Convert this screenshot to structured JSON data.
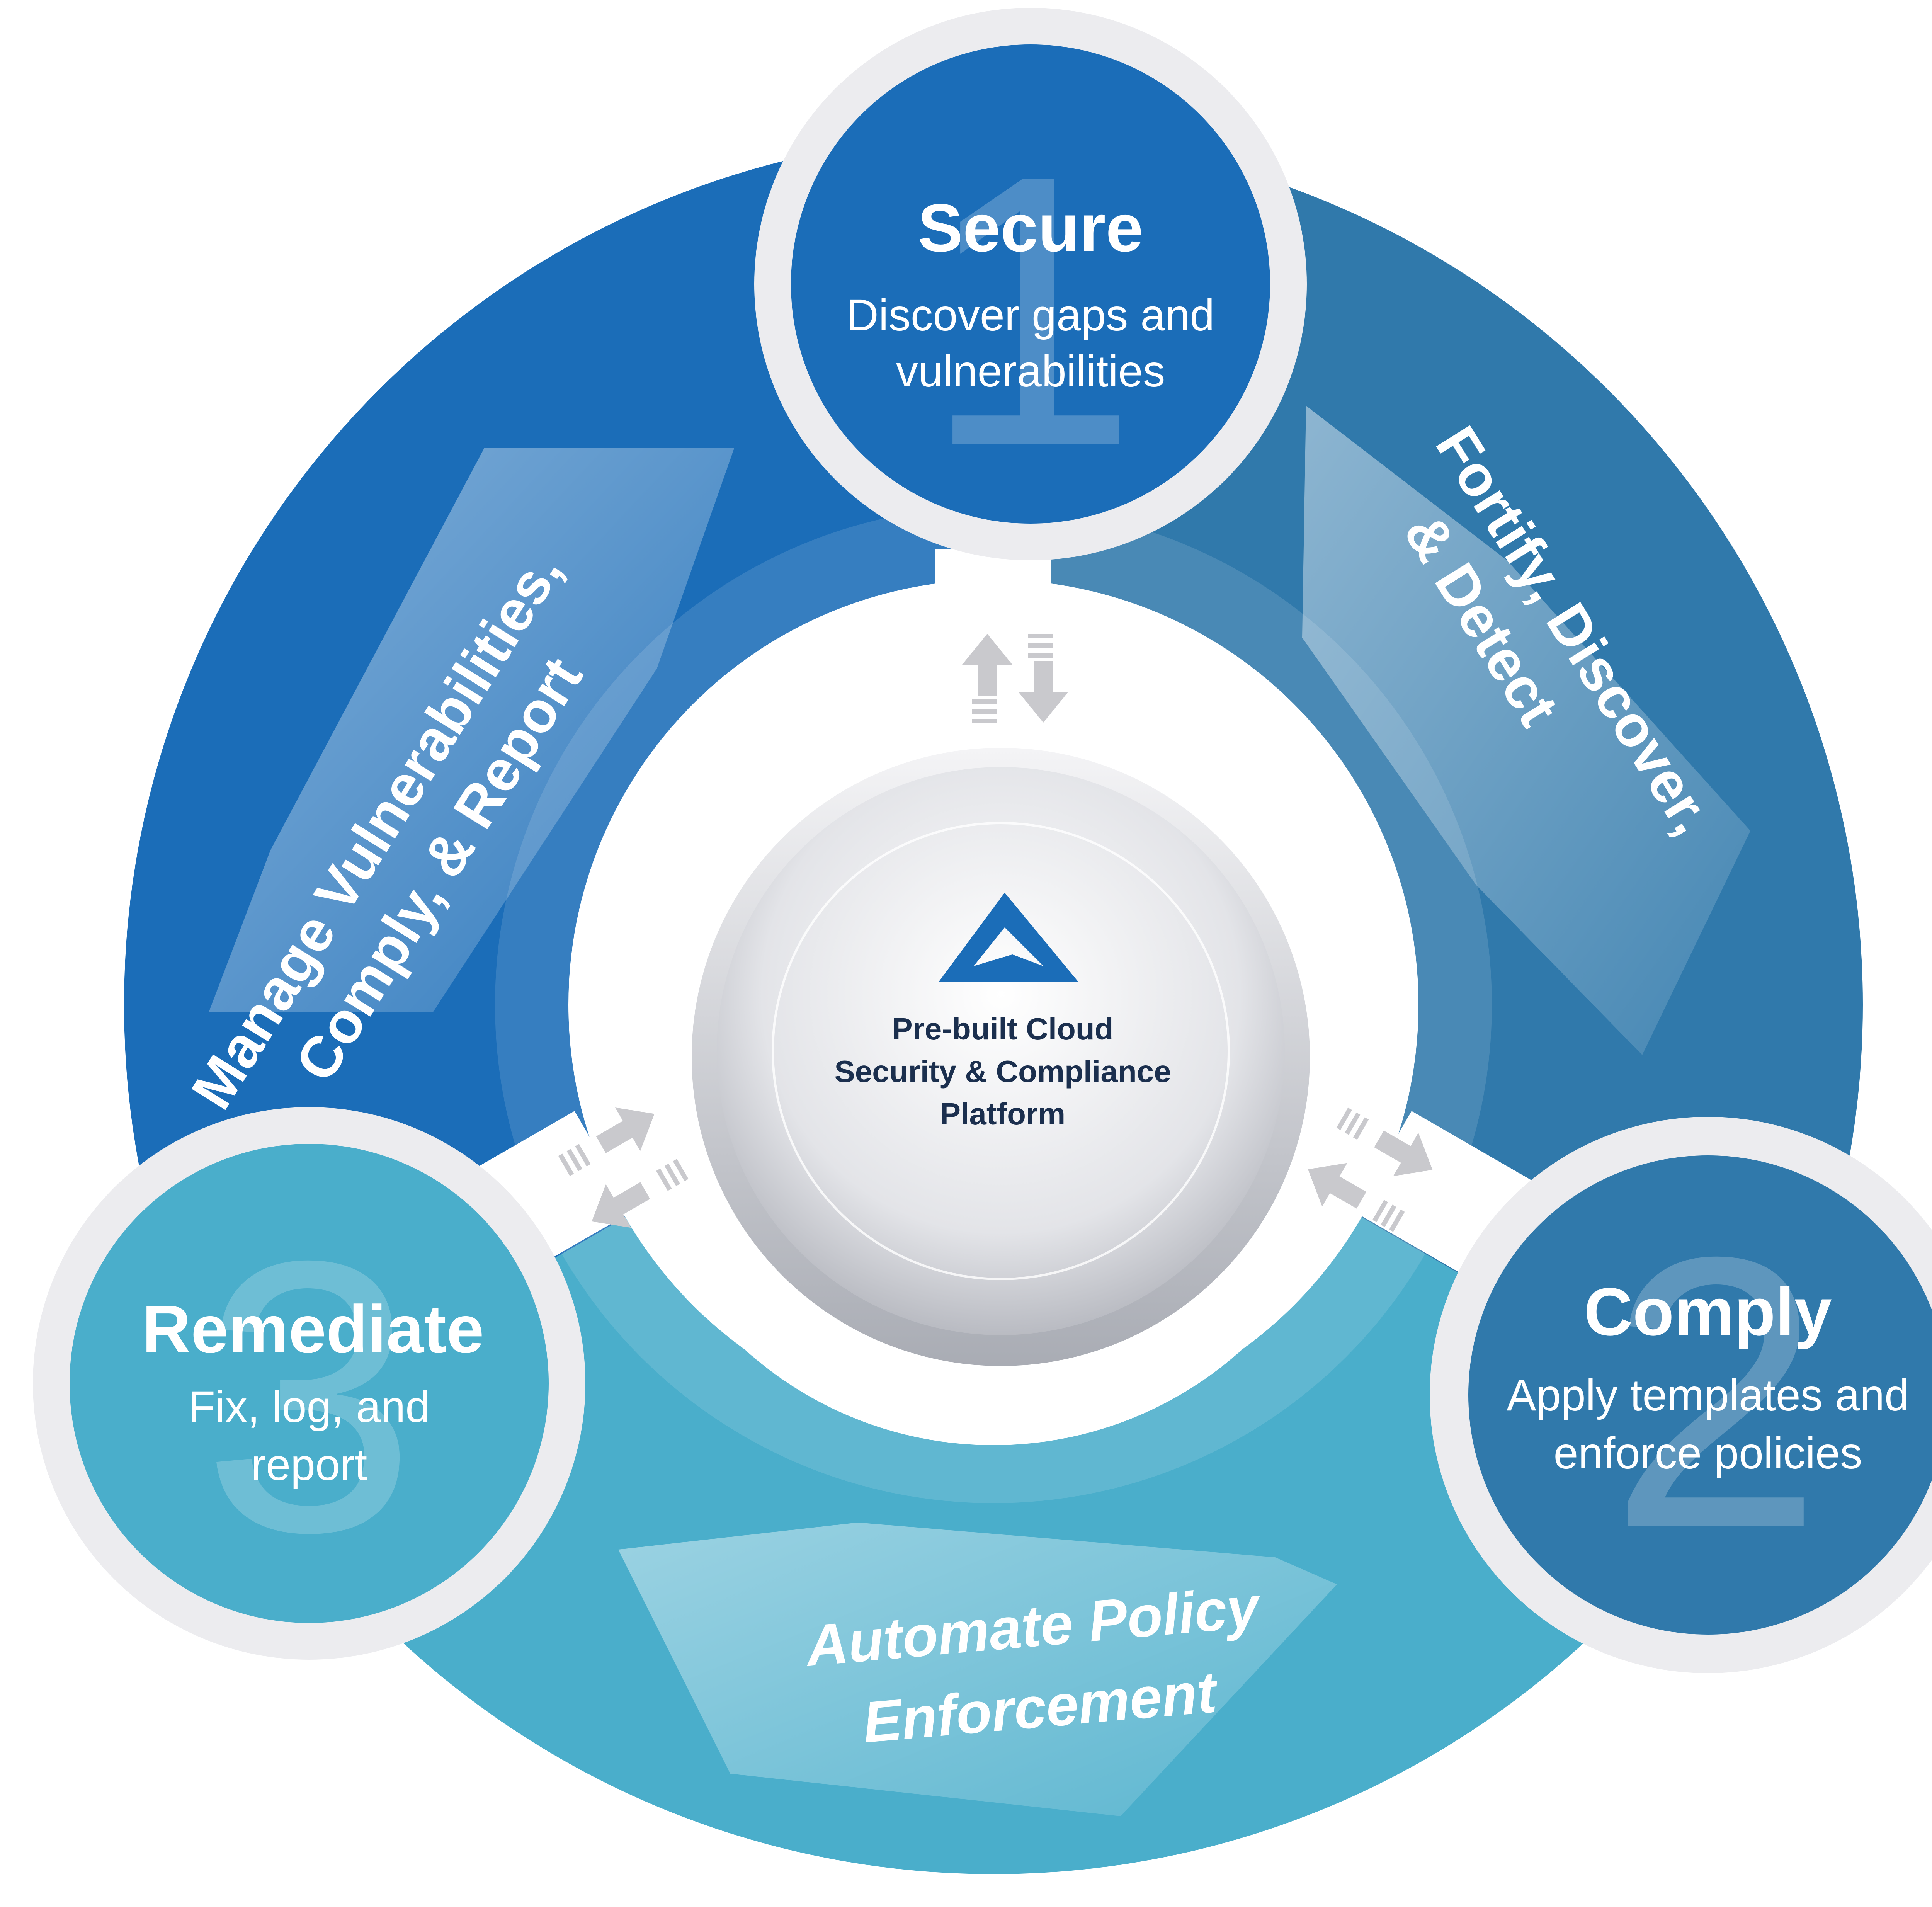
{
  "center": {
    "logo_icon": "triangle-logo-icon",
    "line1": "Pre-built Cloud",
    "line2": "Security & Compliance",
    "line3": "Platform"
  },
  "steps": [
    {
      "number": "1",
      "title": "Secure",
      "line1": "Discover gaps and",
      "line2": "vulnerabilities",
      "color": "#1b6db8"
    },
    {
      "number": "2",
      "title": "Comply",
      "line1": "Apply templates and",
      "line2": "enforce policies",
      "color": "#3079ab"
    },
    {
      "number": "3",
      "title": "Remediate",
      "line1": "Fix, log, and",
      "line2": "report",
      "color": "#4aaecb"
    }
  ],
  "arcs": {
    "left": {
      "line1": "Manage Vulnerabilities,",
      "line2": "Comply, & Report"
    },
    "right": {
      "line1": "Fortify, Discover,",
      "line2": "& Detect"
    },
    "bottom": {
      "line1": "Automate Policy",
      "line2": "Enforcement"
    }
  },
  "colors": {
    "ring_blue": "#1b6db8",
    "ring_steel": "#3079ab",
    "ring_teal": "#4aaecb",
    "halo": "#ececef",
    "center_text": "#1b2f4e",
    "arrow": "#c9c9cd"
  }
}
